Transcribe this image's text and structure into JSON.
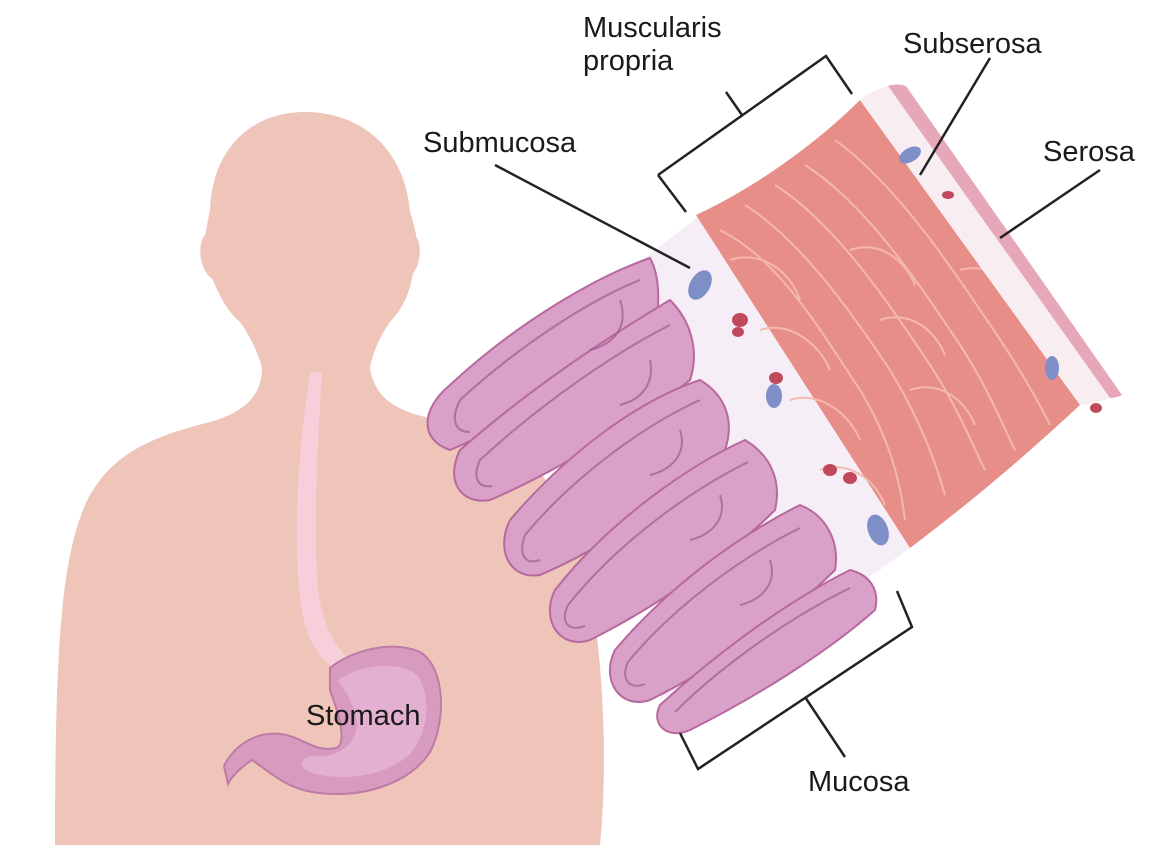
{
  "labels": {
    "muscularis_line1": "Muscularis",
    "muscularis_line2": "propria",
    "subserosa": "Subserosa",
    "submucosa": "Submucosa",
    "serosa": "Serosa",
    "stomach": "Stomach",
    "mucosa": "Mucosa"
  },
  "colors": {
    "skin": "#eec5b8",
    "esophagus": "#f6cfdb",
    "stomach": "#d89bc0",
    "muscle": "#e88e88",
    "mucosa_fold": "#d9a0c8",
    "submucosa": "#f6eef6",
    "blood_vessel_red": "#c04a5c",
    "blood_vessel_blue": "#7d8fc6",
    "line": "#222222"
  }
}
